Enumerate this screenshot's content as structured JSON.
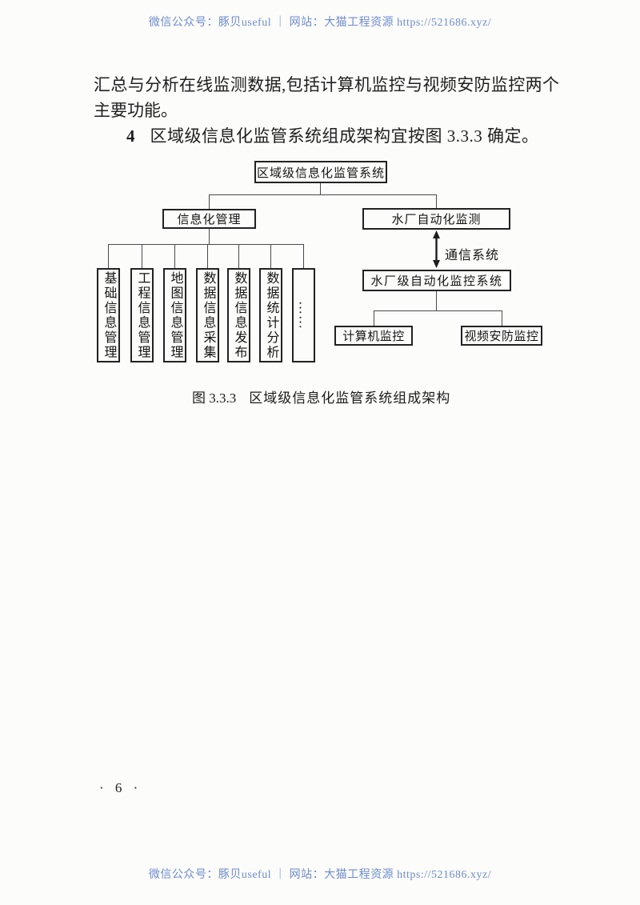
{
  "promo": {
    "header_text": "微信公众号：豚贝useful ｜ 网站：大猫工程资源 https://521686.xyz/",
    "footer_text": "微信公众号：豚贝useful ｜ 网站：大猫工程资源 https://521686.xyz/"
  },
  "body": {
    "paragraph": "汇总与分析在线监测数据,包括计算机监控与视频安防监控两个主要功能。",
    "clause_number": "4",
    "clause_text": "区域级信息化监管系统组成架构宜按图 3.3.3 确定。"
  },
  "diagram": {
    "root_label": "区域级信息化监管系统",
    "left_parent_label": "信息化管理",
    "left_children": [
      "基础信息管理",
      "工程信息管理",
      "地图信息管理",
      "数据信息采集",
      "数据信息发布",
      "数据统计分析",
      "……"
    ],
    "right_top_label": "水厂自动化监测",
    "comm_link_label": "通信系统",
    "right_mid_label": "水厂级自动化监控系统",
    "right_children": [
      "计算机监控",
      "视频安防监控"
    ]
  },
  "caption": {
    "label": "图 3.3.3",
    "title": "区域级信息化监管系统组成架构"
  },
  "page_number": "· 6 ·",
  "colors": {
    "promo_blue": "#6e8cce",
    "text_dark": "#1f1f1f",
    "line_gray": "#4a4a4a"
  }
}
